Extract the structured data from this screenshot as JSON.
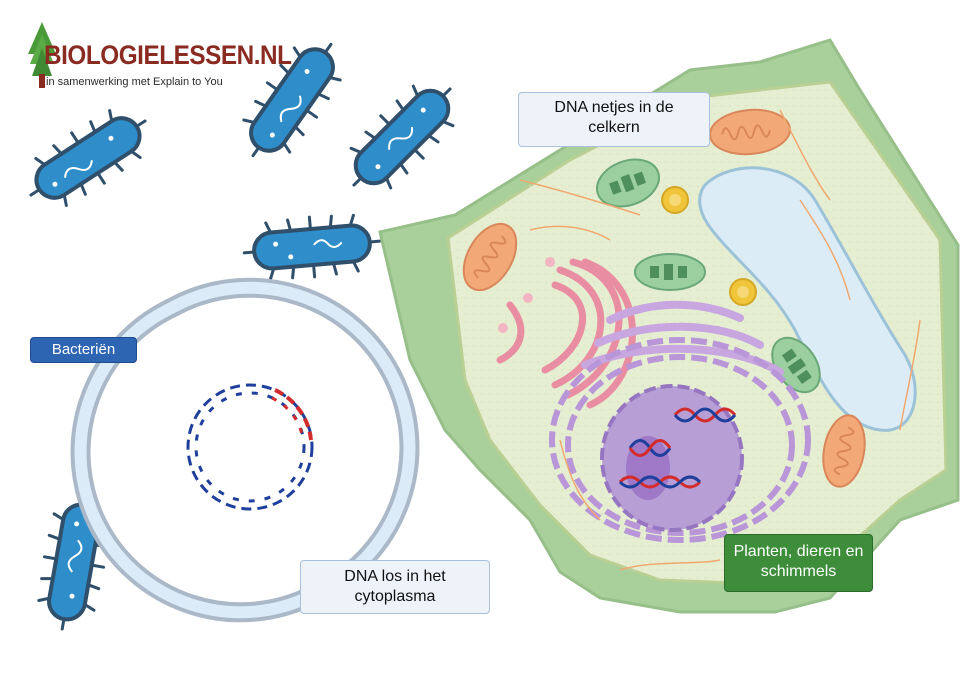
{
  "logo": {
    "title": "BIOLOGIELESSEN.NL",
    "subtitle": "in samenwerking met Explain to You"
  },
  "labels": {
    "dna_nucleus": "DNA netjes in de celkern",
    "bacteria": "Bacteriën",
    "dna_cytoplasm": "DNA los in het cytoplasma",
    "eukaryotes": "Planten, dieren en schimmels"
  },
  "colors": {
    "bacterium_fill": "#2f8dc9",
    "bacterium_outline": "#2f4f6b",
    "cell_wall": "#a9cf9b",
    "cytoplasm": "#e6eed2",
    "vacuole": "#dcecf6",
    "nucleus": "#b79fd6",
    "mitochondria": "#f2a877",
    "chloroplast": "#7fbf8f",
    "golgi": "#f2b6c3",
    "dna_blue": "#1e3f9b",
    "dna_red": "#d32c2c",
    "label_blue": "#2e65b2",
    "label_green": "#3d8d3a"
  }
}
